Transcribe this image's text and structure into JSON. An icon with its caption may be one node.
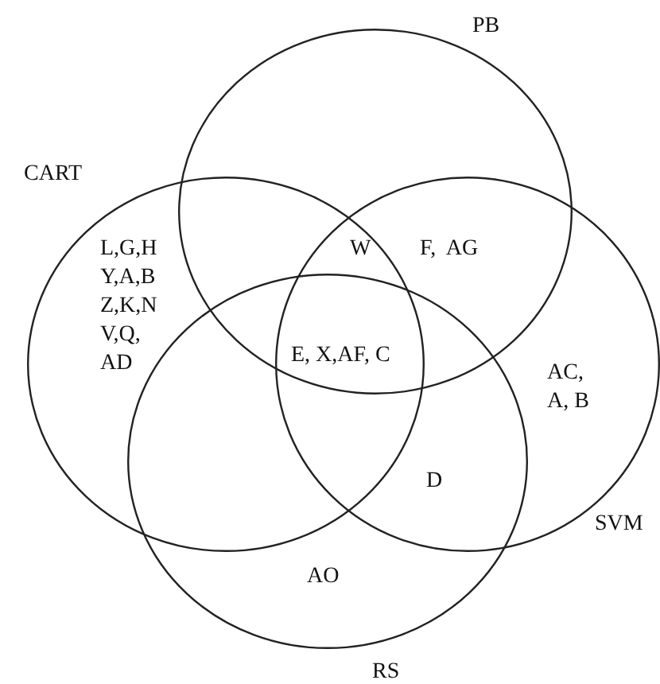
{
  "diagram": {
    "nodes": [
      {
        "text": [
          "PB"
        ]
      },
      {
        "text": [
          "CART"
        ]
      },
      {
        "text": [
          "SVM"
        ]
      },
      {
        "text": [
          "RS"
        ]
      }
    ],
    "labels": [
      "W",
      "F,  AG",
      "L,G,H Y,A,B Z,K,N V,Q, AD",
      "E, X,AF, C",
      "AC, A, B",
      "D",
      "AO"
    ]
  }
}
